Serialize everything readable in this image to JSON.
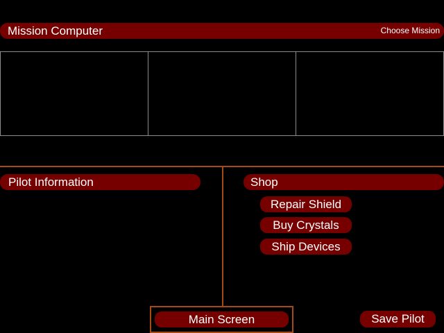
{
  "header": {
    "title": "Mission Computer",
    "choose_mission": "Choose Mission"
  },
  "pilot_panel": {
    "title": "Pilot Information"
  },
  "shop_panel": {
    "title": "Shop",
    "buttons": [
      "Repair Shield",
      "Buy Crystals",
      "Ship Devices"
    ]
  },
  "footer": {
    "main_screen": "Main Screen",
    "save_pilot": "Save Pilot"
  },
  "colors": {
    "bar": "#760000",
    "divider": "#a84a14",
    "grid": "#8c8c8c"
  }
}
